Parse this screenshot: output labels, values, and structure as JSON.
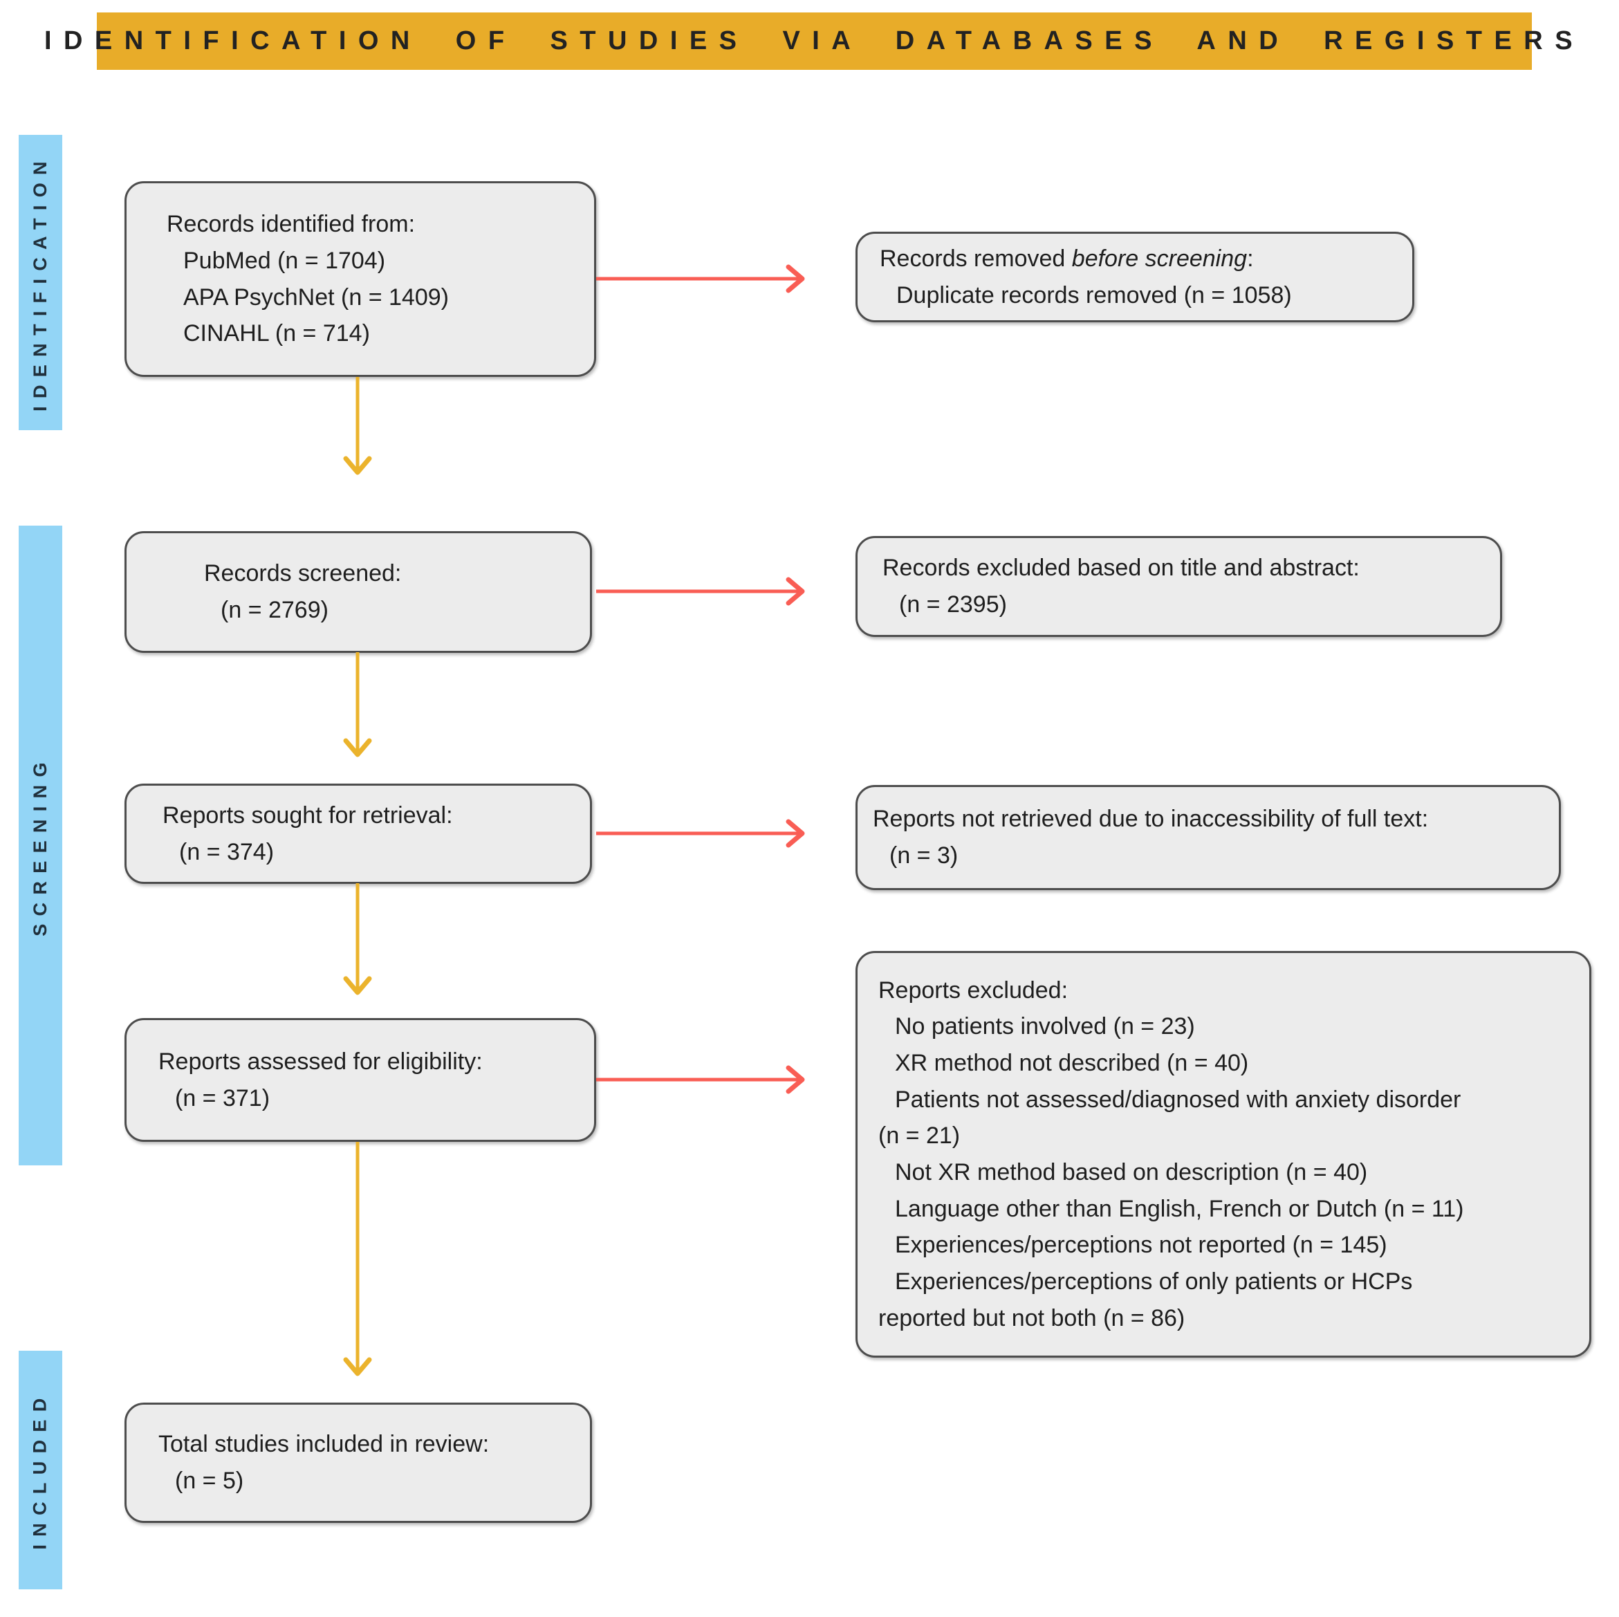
{
  "colors": {
    "banner_bg": "#E8AC29",
    "banner_text": "#222222",
    "stage_bar_bg": "#93D5F6",
    "stage_text": "#20303C",
    "box_bg": "#ECECEC",
    "box_border": "#4D4D4D",
    "box_text": "#1E1E1E",
    "arrow_down": "#EBB32C",
    "arrow_right": "#F95D54"
  },
  "banner": {
    "title": "IDENTIFICATION OF STUDIES VIA DATABASES AND REGISTERS"
  },
  "stages": {
    "identification": "IDENTIFICATION",
    "screening": "SCREENING",
    "included": "INCLUDED"
  },
  "boxes": {
    "records_identified": {
      "lines": [
        {
          "text": "Records identified from:",
          "indent": 0
        },
        {
          "text": "PubMed (n = 1704)",
          "indent": 1
        },
        {
          "text": "APA PsychNet (n = 1409)",
          "indent": 1
        },
        {
          "text": "CINAHL (n = 714)",
          "indent": 1
        }
      ]
    },
    "records_removed": {
      "lines": [
        {
          "text": "Records removed *before screening*:",
          "indent": 0
        },
        {
          "text": "Duplicate records removed (n = 1058)",
          "indent": 1
        }
      ]
    },
    "records_screened": {
      "lines": [
        {
          "text": "Records screened:",
          "indent": 0
        },
        {
          "text": "(n = 2769)",
          "indent": 1
        }
      ]
    },
    "records_excluded": {
      "lines": [
        {
          "text": "Records excluded based on title and abstract:",
          "indent": 0
        },
        {
          "text": "(n = 2395)",
          "indent": 1
        }
      ]
    },
    "reports_sought": {
      "lines": [
        {
          "text": "Reports sought for retrieval:",
          "indent": 0
        },
        {
          "text": "(n = 374)",
          "indent": 1
        }
      ]
    },
    "reports_not_retrieved": {
      "lines": [
        {
          "text": "Reports not retrieved due to inaccessibility of full text:",
          "indent": 0
        },
        {
          "text": "(n = 3)",
          "indent": 1
        }
      ]
    },
    "reports_assessed": {
      "lines": [
        {
          "text": "Reports assessed for eligibility:",
          "indent": 0
        },
        {
          "text": "(n = 371)",
          "indent": 1
        }
      ]
    },
    "reports_excluded": {
      "lines": [
        {
          "text": "Reports excluded:",
          "indent": 0
        },
        {
          "text": "No patients involved (n = 23)",
          "indent": 1
        },
        {
          "text": "XR method not described (n = 40)",
          "indent": 1
        },
        {
          "text": "Patients not assessed/diagnosed with anxiety disorder",
          "indent": 1
        },
        {
          "text": "(n = 21)",
          "indent": 0
        },
        {
          "text": "Not XR method based on description (n = 40)",
          "indent": 1
        },
        {
          "text": "Language other than English, French or Dutch (n = 11)",
          "indent": 1
        },
        {
          "text": "Experiences/perceptions not reported (n = 145)",
          "indent": 1
        },
        {
          "text": "Experiences/perceptions of only patients or HCPs",
          "indent": 1
        },
        {
          "text": "reported but not both (n = 86)",
          "indent": 0
        }
      ]
    },
    "total_included": {
      "lines": [
        {
          "text": "Total studies included in review:",
          "indent": 0
        },
        {
          "text": "(n = 5)",
          "indent": 1
        }
      ]
    }
  }
}
